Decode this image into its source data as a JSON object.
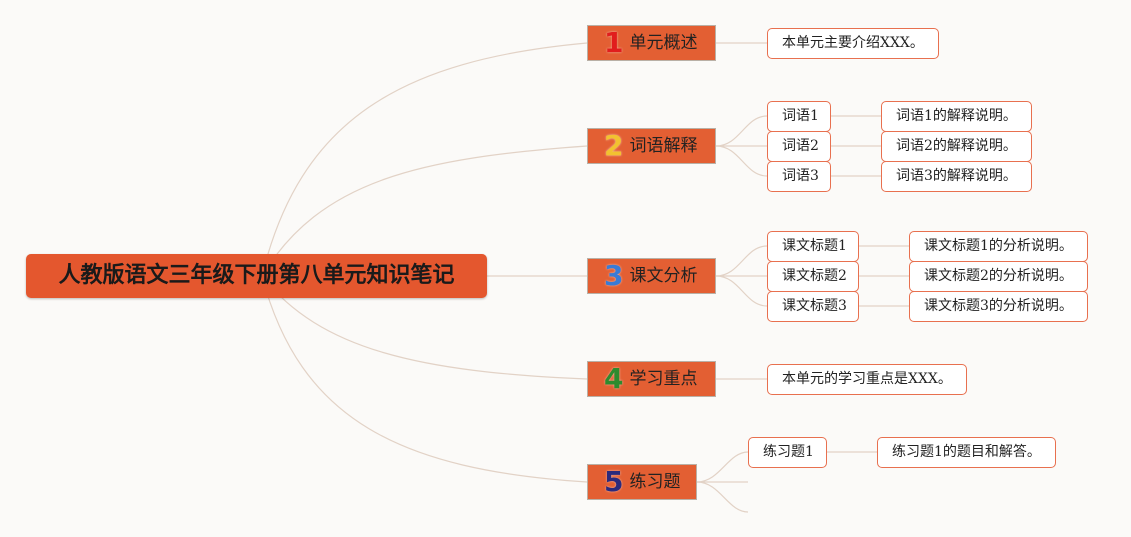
{
  "root": {
    "title": "人教版语文三年级下册第八单元知识笔记"
  },
  "colors": {
    "node_fill": "#e35f33",
    "leaf_border": "#e8704f",
    "link_color": "#e2d2c6",
    "num1": "#e11d1d",
    "num2": "#f2c230",
    "num3": "#3a7bd5",
    "num4": "#2e8b2e",
    "num5": "#2b2a7c"
  },
  "branches": [
    {
      "number": "1",
      "label": "单元概述",
      "children": [
        {
          "label": "本单元主要介绍XXX。"
        }
      ]
    },
    {
      "number": "2",
      "label": "词语解释",
      "children": [
        {
          "label": "词语1",
          "detail": "词语1的解释说明。"
        },
        {
          "label": "词语2",
          "detail": "词语2的解释说明。"
        },
        {
          "label": "词语3",
          "detail": "词语3的解释说明。"
        }
      ]
    },
    {
      "number": "3",
      "label": "课文分析",
      "children": [
        {
          "label": "课文标题1",
          "detail": "课文标题1的分析说明。"
        },
        {
          "label": "课文标题2",
          "detail": "课文标题2的分析说明。"
        },
        {
          "label": "课文标题3",
          "detail": "课文标题3的分析说明。"
        }
      ]
    },
    {
      "number": "4",
      "label": "学习重点",
      "children": [
        {
          "label": "本单元的学习重点是XXX。"
        }
      ]
    },
    {
      "number": "5",
      "label": "练习题",
      "children": [
        {
          "label": "练习题1",
          "detail": "练习题1的题目和解答。"
        }
      ]
    }
  ]
}
